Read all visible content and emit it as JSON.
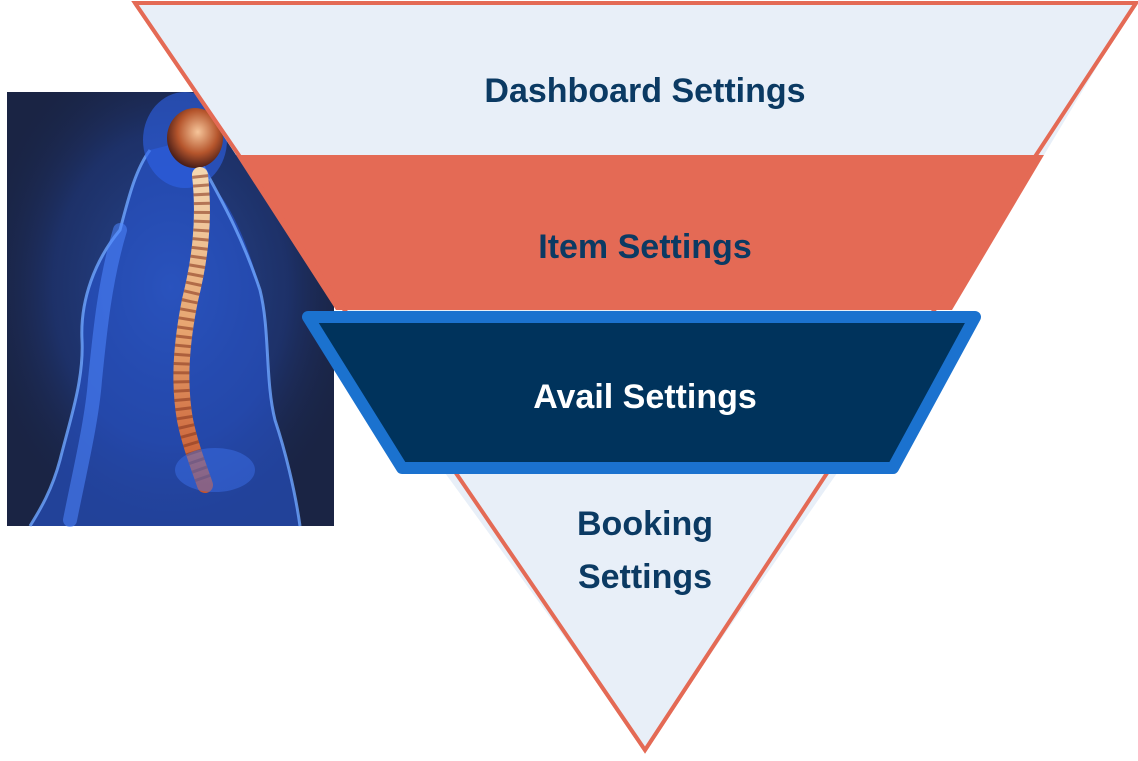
{
  "funnel": {
    "stages": [
      {
        "label": "Dashboard Settings",
        "fill": "#E8EFF8",
        "text_color": "#0B3A63"
      },
      {
        "label": "Item Settings",
        "fill": "#E46A55",
        "text_color": "#0B3A63"
      },
      {
        "label": "Avail Settings",
        "fill": "#00335C",
        "text_color": "#FFFFFF",
        "highlighted": true
      },
      {
        "label_line1": "Booking",
        "label_line2": "Settings",
        "fill": "#E8EFF8",
        "text_color": "#0B3A63"
      }
    ],
    "outline_color": "#E46A55",
    "highlight_border_color": "#1B72CF"
  },
  "image": {
    "subject": "spine-anatomy-illustration",
    "background": "#1A2444"
  }
}
